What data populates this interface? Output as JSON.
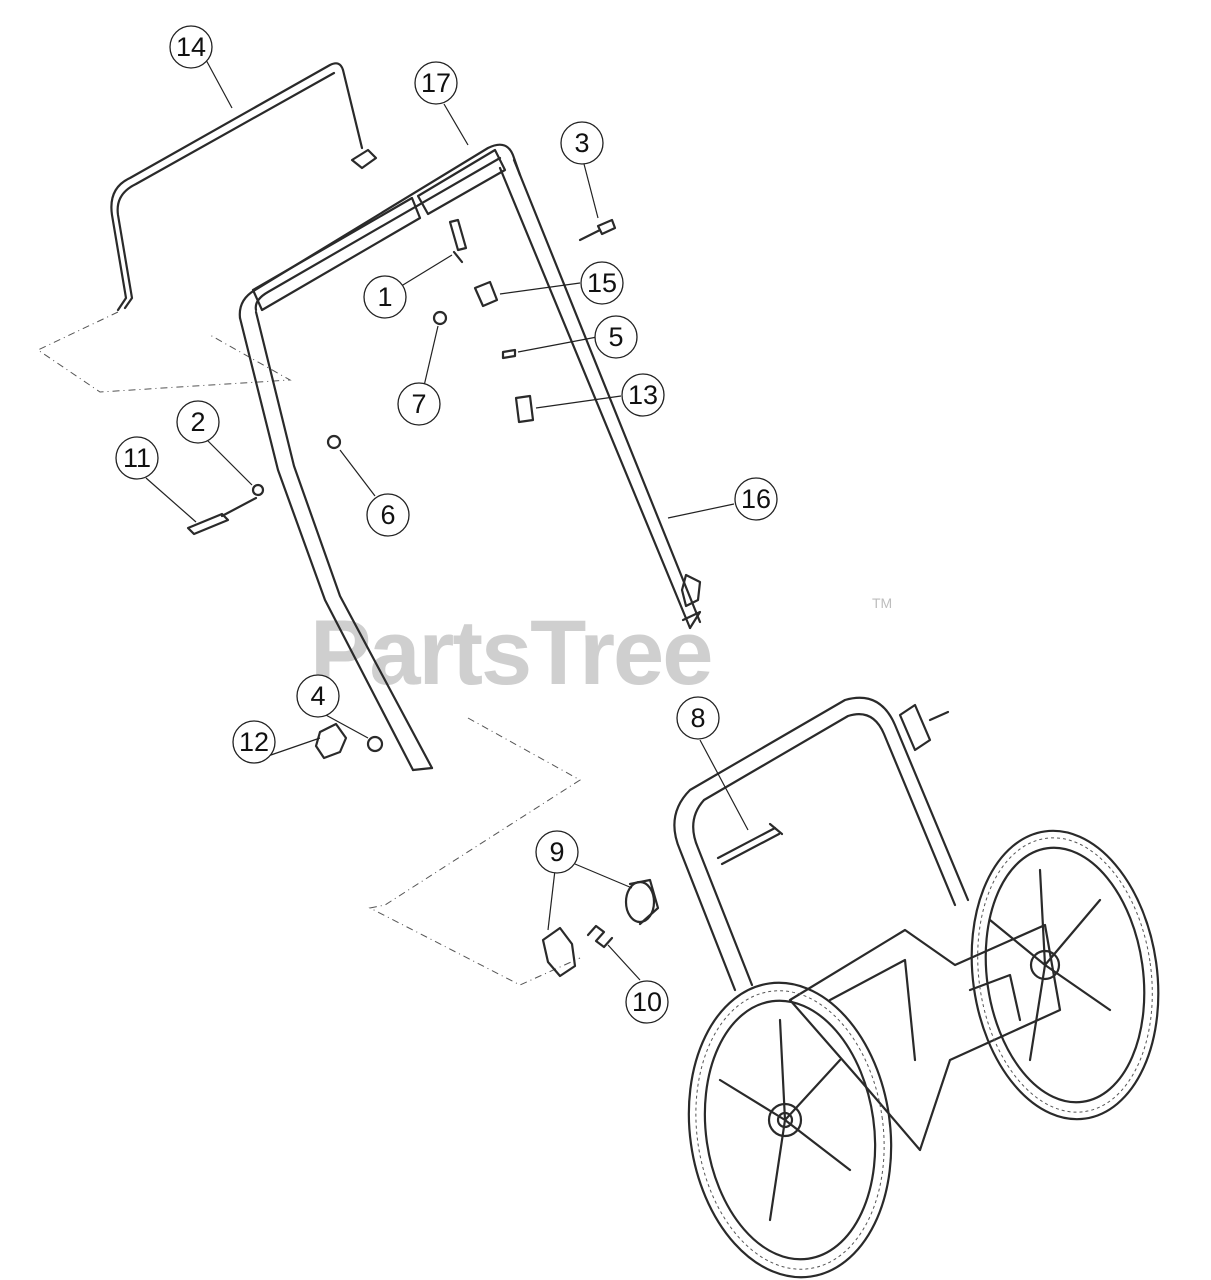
{
  "watermark": {
    "text": "PartsTree",
    "trademark": "TM"
  },
  "callouts": [
    {
      "id": "14",
      "label": "14"
    },
    {
      "id": "17",
      "label": "17"
    },
    {
      "id": "3",
      "label": "3"
    },
    {
      "id": "1",
      "label": "1"
    },
    {
      "id": "15",
      "label": "15"
    },
    {
      "id": "5",
      "label": "5"
    },
    {
      "id": "7",
      "label": "7"
    },
    {
      "id": "13",
      "label": "13"
    },
    {
      "id": "2",
      "label": "2"
    },
    {
      "id": "11",
      "label": "11"
    },
    {
      "id": "6",
      "label": "6"
    },
    {
      "id": "16",
      "label": "16"
    },
    {
      "id": "4",
      "label": "4"
    },
    {
      "id": "12",
      "label": "12"
    },
    {
      "id": "8",
      "label": "8"
    },
    {
      "id": "9",
      "label": "9"
    },
    {
      "id": "10",
      "label": "10"
    }
  ]
}
